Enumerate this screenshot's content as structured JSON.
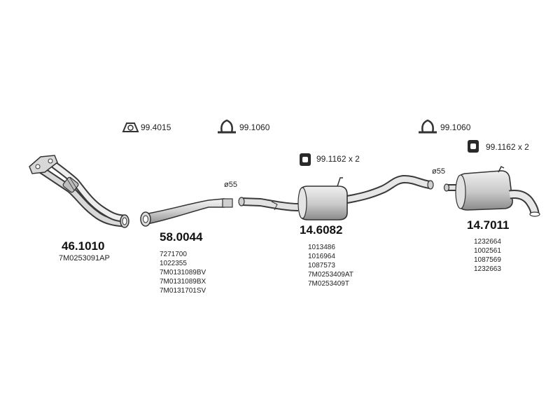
{
  "fittings": {
    "ring_label": "99.4015",
    "clamp1_label": "99.1060",
    "clamp2_label": "99.1060",
    "mount1_label": "99.1162 x 2",
    "mount2_label": "99.1162 x 2"
  },
  "parts": {
    "front_pipe": {
      "number": "46.1010",
      "oem": [
        "7M0253091AP"
      ]
    },
    "cat_pipe": {
      "number": "58.0044",
      "oem": [
        "7271700",
        "1022355",
        "7M0131089BV",
        "7M0131089BX",
        "7M0131701SV"
      ]
    },
    "middle_silencer": {
      "number": "14.6082",
      "oem": [
        "1013486",
        "1016964",
        "1087573",
        "7M0253409AT",
        "7M0253409T"
      ]
    },
    "rear_silencer": {
      "number": "14.7011",
      "oem": [
        "1232664",
        "1002561",
        "1087569",
        "1232663"
      ]
    }
  },
  "diameters": {
    "d1": "ø55",
    "d2": "ø55"
  },
  "colors": {
    "line": "#3a3a3a",
    "fill_light": "#e6e6e6",
    "fill_mid": "#c9c9c9",
    "fill_dark": "#9a9a9a"
  }
}
